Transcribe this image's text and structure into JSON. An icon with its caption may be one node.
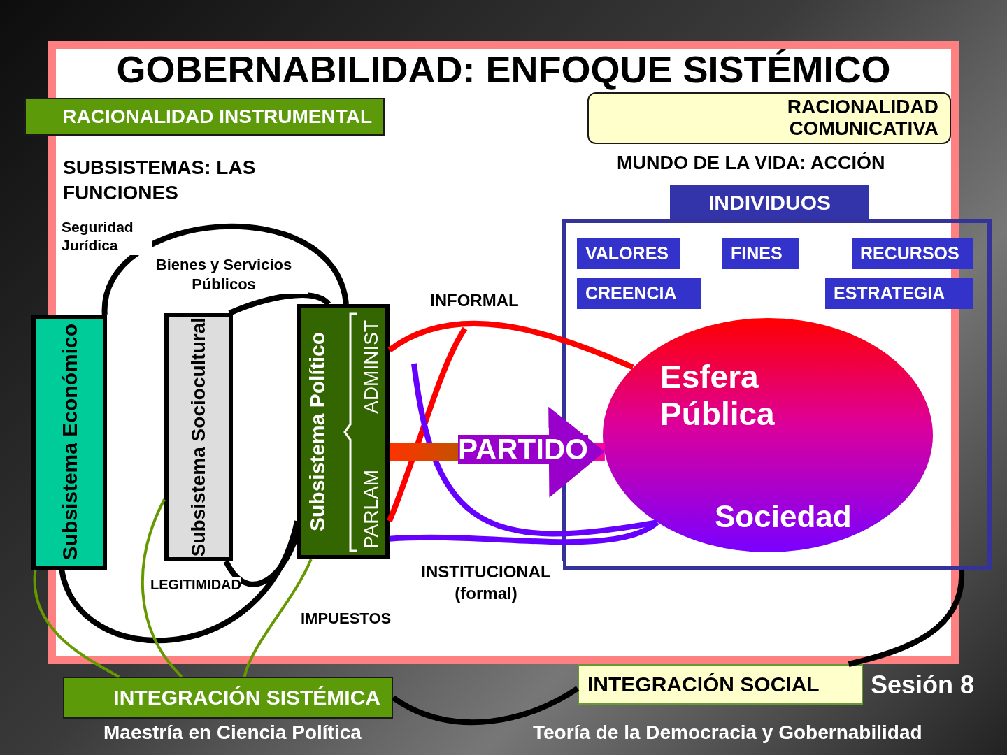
{
  "diagram": {
    "title": "GOBERNABILIDAD: ENFOQUE SISTÉMICO",
    "nodes": [
      {
        "text": [
          "RACIONALIDAD INSTRUMENTAL"
        ]
      },
      {
        "text": [
          "RACIONALIDAD COMUNICATIVA"
        ]
      },
      {
        "text": [
          "Subsistema Económico"
        ]
      },
      {
        "text": [
          "Subsistema Sociocultural"
        ]
      },
      {
        "text": [
          "Subsistema Político"
        ]
      },
      {
        "text": [
          "ADMINIST"
        ],
        "in": 4
      },
      {
        "text": [
          "PARLAM"
        ],
        "in": 4
      },
      {
        "text": [
          "INDIVIDUOS"
        ]
      },
      {
        "text": [],
        "shape": "box"
      },
      {
        "text": [
          "VALORES"
        ],
        "in": 8
      },
      {
        "text": [
          "FINES"
        ],
        "in": 8
      },
      {
        "text": [
          "RECURSOS"
        ],
        "in": 8
      },
      {
        "text": [
          "CREENCIA"
        ],
        "in": 8
      },
      {
        "text": [
          "ESTRATEGIA"
        ],
        "in": 8
      },
      {
        "text": [
          "Esfera Pública",
          "Sociedad"
        ],
        "in": 8
      },
      {
        "text": [
          "INTEGRACIÓN SISTÉMICA"
        ]
      },
      {
        "text": [
          "INTEGRACIÓN SOCIAL"
        ]
      }
    ],
    "edges": [
      {
        "from": 2,
        "to": 4,
        "arrow": "none",
        "label": "Seguridad Jurídica"
      },
      {
        "from": 3,
        "to": 4,
        "arrow": "none",
        "label": "Bienes y Servicios Públicos"
      },
      {
        "from": 4,
        "to": 2,
        "arrow": "none",
        "label": "LEGITIMIDAD"
      },
      {
        "from": 3,
        "to": 4,
        "arrow": "none",
        "label": "IMPUESTOS"
      },
      {
        "from": 2,
        "to": 15,
        "arrow": "none",
        "color": "#669900"
      },
      {
        "from": 3,
        "to": 15,
        "arrow": "none",
        "color": "#669900"
      },
      {
        "from": 4,
        "to": 15,
        "arrow": "none",
        "color": "#669900"
      },
      {
        "from": 15,
        "to": 16,
        "arrow": "none"
      },
      {
        "from": 8,
        "to": 16,
        "arrow": "none"
      },
      {
        "from": 4,
        "to": 14,
        "arrow": "none",
        "label": "INFORMAL",
        "color": "#ff0000"
      },
      {
        "from": 4,
        "to": null,
        "arrow": "none",
        "color": "#ff0000"
      },
      {
        "from": 4,
        "to": 14,
        "arrow": "none",
        "label": "INSTITUCIONAL (formal)",
        "color": "#6600ff"
      },
      {
        "from": null,
        "to": 14,
        "arrow": "none",
        "color": "#6600ff"
      },
      {
        "from": 4,
        "to": 14,
        "arrow": "to",
        "label": "PARTIDO",
        "style": "thick",
        "color": "#9900cc"
      }
    ],
    "labels": [
      "SUBSISTEMAS: LAS FUNCIONES",
      "MUNDO DE LA VIDA: ACCIÓN",
      "Sesión 8",
      "Maestría en Ciencia Política",
      "Teoría de la Democracia y Gobernabilidad"
    ]
  }
}
